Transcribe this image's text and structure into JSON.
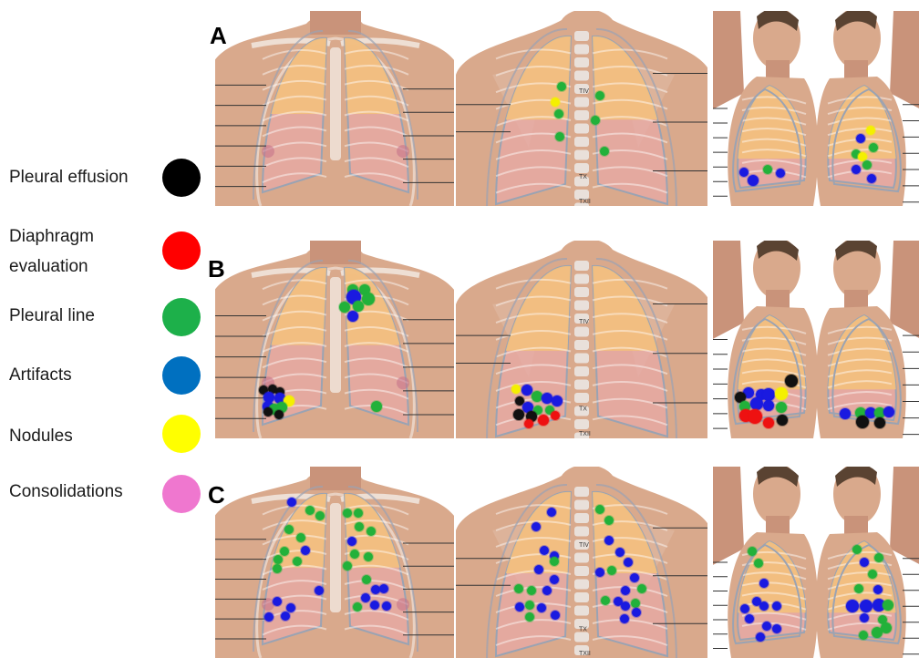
{
  "legend": [
    {
      "label": "Pleural effusion",
      "color": "#000000"
    },
    {
      "label": "Diaphragm evaluation",
      "color": "#ff0000"
    },
    {
      "label": "Pleural line",
      "color": "#1db04a"
    },
    {
      "label": "Artifacts",
      "color": "#0070c0"
    },
    {
      "label": "Nodules",
      "color": "#ffff00"
    },
    {
      "label": "Consolidations",
      "color": "#ef77cf"
    }
  ],
  "rows": [
    {
      "letter": "A"
    },
    {
      "letter": "B"
    },
    {
      "letter": "C"
    }
  ],
  "vertebra_labels": [
    "TIV",
    "TX",
    "TXII"
  ],
  "marker_colors": {
    "effusion": "#111111",
    "diaphragm": "#ee1111",
    "pleural": "#22b13a",
    "artifact": "#1a1ae0",
    "nodule": "#f4f000"
  },
  "body_colors": {
    "skin": "#d9a98c",
    "skin_dark": "#c9937a",
    "lung_upper": "#f3c07d",
    "lung_lower": "#e7a9a6",
    "outline": "#9aa3b3"
  }
}
